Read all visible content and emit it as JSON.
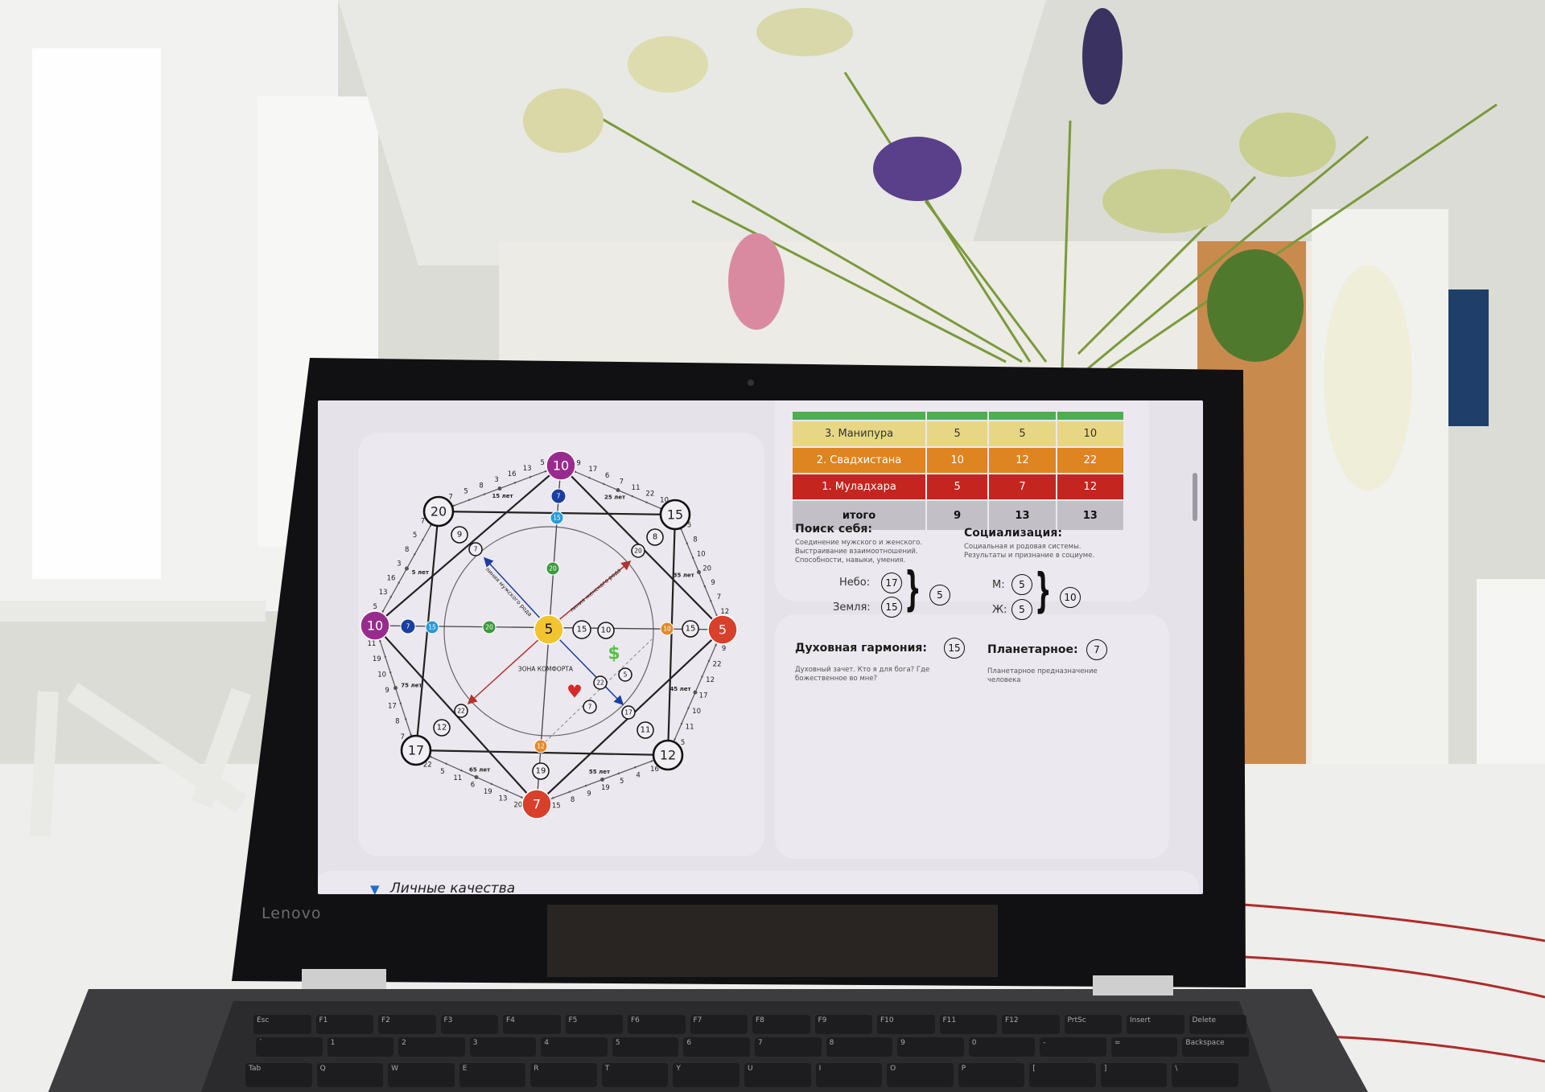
{
  "screen": {
    "table": {
      "rows": [
        {
          "label": "3. Манипура",
          "values": [
            "5",
            "5",
            "10"
          ],
          "color": "#e7d784",
          "text_color": "#333333"
        },
        {
          "label": "2. Свадхистана",
          "values": [
            "10",
            "12",
            "22"
          ],
          "color": "#de8420",
          "text_color": "#ffffff"
        },
        {
          "label": "1. Муладхара",
          "values": [
            "5",
            "7",
            "12"
          ],
          "color": "#c4251f",
          "text_color": "#ffffff"
        }
      ],
      "total": {
        "label": "итого",
        "values": [
          "9",
          "13",
          "13"
        ]
      },
      "header_color": "#4caf50"
    },
    "chart": {
      "nodes": {
        "top": {
          "value": "10",
          "color": "#9a2b8e"
        },
        "left": {
          "value": "10",
          "color": "#9a2b8e"
        },
        "right": {
          "value": "5",
          "color": "#d8402c"
        },
        "bottom": {
          "value": "7",
          "color": "#d8402c"
        },
        "center": {
          "value": "5",
          "color": "#f2c530"
        },
        "top_left": {
          "value": "20"
        },
        "top_right": {
          "value": "15"
        },
        "bottom_left": {
          "value": "17"
        },
        "bottom_right": {
          "value": "12"
        }
      },
      "inner": {
        "top_blue": {
          "value": "7",
          "color": "#1b3fa0"
        },
        "top_lightblue": {
          "value": "15",
          "color": "#2a9ad8"
        },
        "top_green": {
          "value": "20",
          "color": "#3c9a3c"
        },
        "left_blue": {
          "value": "7",
          "color": "#1b3fa0"
        },
        "left_lightblue": {
          "value": "15",
          "color": "#2a9ad8"
        },
        "left_green": {
          "value": "20",
          "color": "#3c9a3c"
        },
        "right_orange": {
          "value": "10",
          "color": "#e08a2a"
        },
        "bottom_orange": {
          "value": "12",
          "color": "#e08a2a"
        },
        "c15": {
          "value": "15"
        },
        "c10": {
          "value": "10"
        },
        "r15": {
          "value": "15"
        },
        "tl9": {
          "value": "9"
        },
        "tl7": {
          "value": "7"
        },
        "tr8": {
          "value": "8"
        },
        "tr20": {
          "value": "20"
        },
        "bl22": {
          "value": "22"
        },
        "bl12": {
          "value": "12"
        },
        "br17": {
          "value": "17"
        },
        "br11": {
          "value": "11"
        },
        "m22": {
          "value": "22"
        },
        "m5": {
          "value": "5"
        },
        "m7": {
          "value": "7"
        },
        "b19": {
          "value": "19"
        }
      },
      "comfort_zone": "ЗОНА КОМФОРТА",
      "male_line": "линия мужского рода",
      "female_line": "линия женского рода",
      "dollar": "$",
      "heart": "♥",
      "age_lines": [
        {
          "from": "top_left",
          "to": "top",
          "values": [
            "7",
            "5",
            "8",
            "3",
            "16",
            "13",
            "5"
          ],
          "age": "15 лет"
        },
        {
          "from": "top",
          "to": "top_right",
          "values": [
            "9",
            "17",
            "6",
            "7",
            "11",
            "22",
            "10"
          ],
          "age": "25 лет"
        },
        {
          "from": "top_right",
          "to": "right",
          "values": [
            "5",
            "8",
            "10",
            "20",
            "9",
            "7",
            "12"
          ],
          "age": "35 лет"
        },
        {
          "from": "right",
          "to": "bottom_right",
          "values": [
            "9",
            "22",
            "12",
            "17",
            "10",
            "11",
            "5"
          ],
          "age": "45 лет"
        },
        {
          "from": "bottom_right",
          "to": "bottom",
          "values": [
            "16",
            "4",
            "5",
            "19",
            "9",
            "8",
            "15"
          ],
          "age": "55 лет"
        },
        {
          "from": "bottom",
          "to": "bottom_left",
          "values": [
            "20",
            "13",
            "19",
            "6",
            "11",
            "5",
            "22"
          ],
          "age": "65 лет"
        },
        {
          "from": "bottom_left",
          "to": "left",
          "values": [
            "7",
            "8",
            "17",
            "9",
            "10",
            "19",
            "11"
          ],
          "age": "75 лет"
        },
        {
          "from": "left",
          "to": "top_left",
          "values": [
            "5",
            "13",
            "16",
            "3",
            "8",
            "5",
            "7"
          ],
          "age": "5 лет"
        }
      ]
    },
    "cards": {
      "self_search": {
        "title": "Поиск себя:",
        "desc": [
          "Соединение мужского и женского.",
          "Выстраивание взаимоотношений.",
          "Способности, навыки, умения."
        ],
        "sky_label": "Небо:",
        "sky": "17",
        "earth_label": "Земля:",
        "earth": "15",
        "sum": "5"
      },
      "socialization": {
        "title": "Социализация:",
        "desc": [
          "Социальная и родовая системы.",
          "Результаты и признание в социуме."
        ],
        "m_label": "М:",
        "m": "5",
        "f_label": "Ж:",
        "f": "5",
        "sum": "10"
      },
      "spiritual": {
        "title": "Духовная гармония:",
        "value": "15",
        "desc": [
          "Духовный зачет. Кто я для бога? Где",
          "божественное во мне?"
        ]
      },
      "planetary": {
        "title": "Планетарное:",
        "value": "7",
        "desc": [
          "Планетарное предназначение",
          "человека"
        ]
      }
    },
    "next_section": "Личные качества"
  },
  "laptop": {
    "brand": "Lenovo"
  },
  "keyboard": {
    "keys": [
      "Esc",
      "F1",
      "F2",
      "F3",
      "F4",
      "F5",
      "F6",
      "F7",
      "F8",
      "F9",
      "F10",
      "F11",
      "F12",
      "PrtSc",
      "Insert",
      "Delete",
      "`",
      "1",
      "2",
      "3",
      "4",
      "5",
      "6",
      "7",
      "8",
      "9",
      "0",
      "-",
      "=",
      "Backspace",
      "Tab",
      "Q",
      "W",
      "E",
      "R",
      "T",
      "Y",
      "U",
      "I",
      "O",
      "P",
      "[",
      "]",
      "\\"
    ]
  }
}
